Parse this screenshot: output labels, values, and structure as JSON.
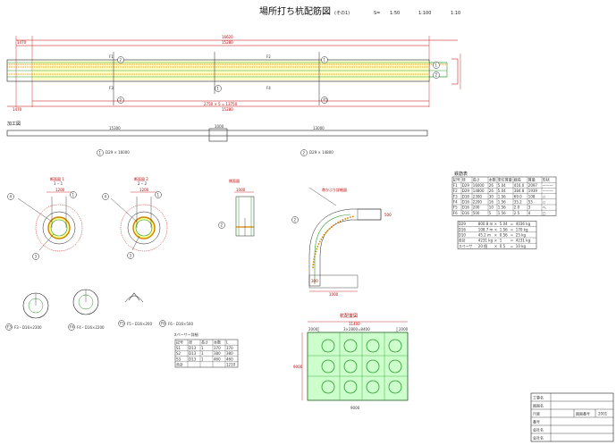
{
  "title": "場所打ち杭配筋図",
  "title_sub": "(その1)",
  "scale_label": "S=",
  "scales": [
    "1:50",
    "1:100",
    "1:10"
  ],
  "elevation": {
    "top_dim": "16620",
    "top_dim_sub": "15280",
    "left_dim": "1470",
    "bottom_dim": "15280",
    "bottom_sub": "2750 × 5 = 13750",
    "labels": [
      "F1",
      "F2",
      "F3",
      "F4",
      "F1",
      "F4",
      "F3",
      "F2"
    ],
    "section_marks": [
      "2",
      "1",
      "1",
      "2"
    ],
    "right_tags": [
      "1",
      "2"
    ]
  },
  "plan": {
    "heading": "加工図",
    "left_len": "15300",
    "mid_len": "1000",
    "right_len": "13000",
    "marks": [
      "1",
      "2"
    ],
    "caption1": "D29 × 16000",
    "caption2": "D29 × 14800"
  },
  "sections": {
    "sec1": {
      "heading": "断面図 1",
      "sub": "1 ‒ 1",
      "dim": "1200",
      "tags": [
        "4",
        "1",
        "3"
      ]
    },
    "sec2": {
      "heading": "断面図 2",
      "sub": "2 ‒ 2",
      "dim": "1200",
      "tags": [
        "4",
        "1",
        "3"
      ]
    },
    "sec3": {
      "heading": "側面図",
      "dim": "1000",
      "tags": [
        "2"
      ]
    },
    "sec4": {
      "heading": "帯かぶり詳細図",
      "dim_h": "500",
      "dim_v": "300",
      "bottom": "1000"
    }
  },
  "small_details": [
    {
      "label": "F3",
      "caption": "F3・D16×2300"
    },
    {
      "label": "F4",
      "caption": "F4・D16×2200"
    },
    {
      "label": "F5",
      "caption": "F5・D16×200"
    },
    {
      "label": "F6",
      "caption": "F6・D16×500"
    }
  ],
  "bar_table": {
    "heading": "鉄筋表",
    "header": [
      "記号",
      "径",
      "長さ",
      "本数",
      "単位質量",
      "総長",
      "質量",
      "形状"
    ],
    "rows": [
      [
        "F1",
        "D29",
        "16000",
        "26",
        "5.04",
        "416.0",
        "2097",
        "———"
      ],
      [
        "F2",
        "D29",
        "14800",
        "26",
        "5.04",
        "384.8",
        "1939",
        "———"
      ],
      [
        "F3",
        "D16",
        "2300",
        "30",
        "1.56",
        "69.0",
        "108",
        "○"
      ],
      [
        "F4",
        "D16",
        "2200",
        "16",
        "1.56",
        "35.2",
        "55",
        "○"
      ],
      [
        "F5",
        "D16",
        "200",
        "10",
        "1.56",
        "2.0",
        "3",
        "へ"
      ],
      [
        "F6",
        "D16",
        "500",
        "5",
        "1.56",
        "2.5",
        "4",
        "□"
      ]
    ],
    "totals": [
      [
        "D29",
        "800.8 m",
        "×",
        "5.04",
        "=",
        "4036 kg"
      ],
      [
        "D16",
        "108.7 m",
        "×",
        "1.56",
        "=",
        "170 kg"
      ],
      [
        "D10",
        "45.2 m",
        "×",
        "0.56",
        "=",
        "25 kg"
      ]
    ],
    "sum_rows": [
      [
        "合計",
        "4231 kg",
        "×",
        "1",
        "=",
        "4231 kg"
      ],
      [
        "スペーサ",
        "20 個",
        "×",
        "0.5",
        "=",
        "10 kg"
      ]
    ]
  },
  "spacer_table": {
    "heading": "スペーサー詳細",
    "header": [
      "記号",
      "径",
      "長さ",
      "本数",
      "L"
    ],
    "rows": [
      [
        "S1",
        "D13",
        "1",
        "370",
        "370"
      ],
      [
        "S2",
        "D13",
        "1",
        "380",
        "380"
      ],
      [
        "S3",
        "D13",
        "1",
        "460",
        "460"
      ],
      [
        "合計",
        "",
        "",
        "",
        "1210"
      ]
    ]
  },
  "plan_view": {
    "heading": "杭配置図",
    "top_dim": "11400",
    "segments": [
      "2000",
      "3×2800=8400",
      "2000"
    ],
    "left_dim": "9000",
    "bottom_dim": "9000"
  },
  "title_block": {
    "rows": [
      "工事名",
      "図面名",
      "尺度",
      "番号",
      "会社名",
      "会社名"
    ],
    "cell_a": "図面番号",
    "cell_b": "2001"
  },
  "colors": {
    "line": "#222222",
    "rebar_red": "#d00000",
    "green": "#2a9a2a",
    "orange": "#d08000",
    "yellow_fill": "#ffff99",
    "green_fill": "#ccffcc"
  }
}
